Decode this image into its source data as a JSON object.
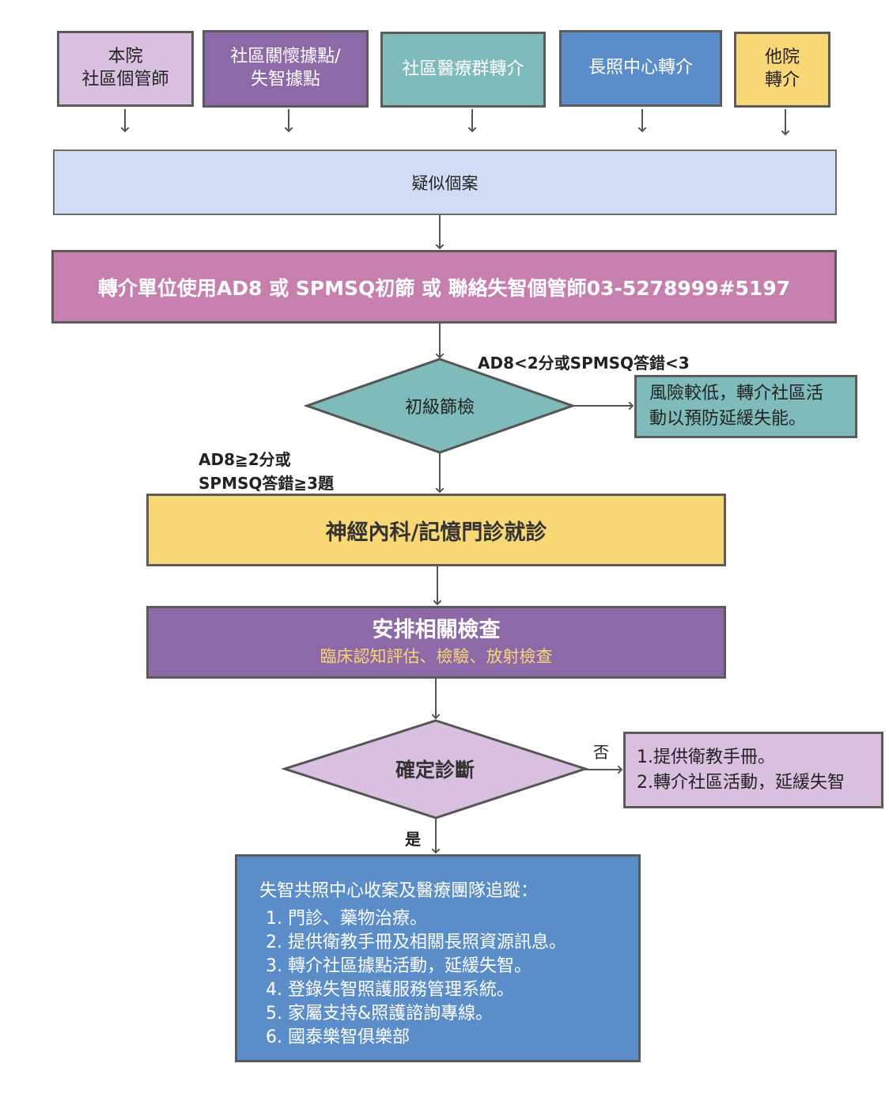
{
  "sources": [
    {
      "lines": [
        "本院",
        "社區個管師"
      ],
      "color": "#d9bfe0",
      "text_color": "#222222"
    },
    {
      "lines": [
        "社區關懷據點/",
        "失智據點"
      ],
      "color": "#8e69a7",
      "text_color": "#ffffff"
    },
    {
      "lines": [
        "社區醫療群轉介"
      ],
      "color": "#7fbbbb",
      "text_color": "#ffffff"
    },
    {
      "lines": [
        "長照中心轉介"
      ],
      "color": "#5b8ec8",
      "text_color": "#ffffff"
    },
    {
      "lines": [
        "他院",
        "轉介"
      ],
      "color": "#f8d776",
      "text_color": "#222222"
    }
  ],
  "suspected": {
    "text": "疑似個案",
    "color": "#d2dcf5"
  },
  "referral": {
    "text": "轉介單位使用AD8 或 SPMSQ初篩 或 聯絡失智個管師03-5278999#5197",
    "color": "#c67fae"
  },
  "screening": {
    "text": "初級篩檢",
    "color": "#7fbbbb",
    "low_condition": "AD8<2分或SPMSQ答錯<3",
    "high_condition_lines": [
      "AD8≧2分或",
      "SPMSQ答錯≧3題"
    ]
  },
  "low_risk": {
    "lines": [
      "風險較低，轉介社區活",
      "動以預防延緩失能。"
    ],
    "color": "#7fbbbb"
  },
  "clinic": {
    "text": "神經內科/記憶門診就診",
    "color": "#f8d776"
  },
  "exam": {
    "title": "安排相關檢查",
    "subtitle": "臨床認知評估、檢驗、放射檢查",
    "color": "#8e69a7",
    "subtitle_color": "#f8d776"
  },
  "diagnosis": {
    "text": "確定診斷",
    "color": "#d9bfe0",
    "no_label": "否",
    "yes_label": "是"
  },
  "negative": {
    "lines": [
      "1.提供衛教手冊。",
      "2.轉介社區活動，延緩失智"
    ],
    "color": "#d9bfe0"
  },
  "final": {
    "title": "失智共照中心收案及醫療團隊追蹤：",
    "items": [
      "1. 門診、藥物治療。",
      "2. 提供衛教手冊及相關長照資源訊息。",
      "3. 轉介社區據點活動，延緩失智。",
      "4. 登錄失智照護服務管理系統。",
      "5. 家屬支持&照護諮詢專線。",
      "6. 國泰樂智俱樂部"
    ],
    "color": "#5b8ec8"
  }
}
